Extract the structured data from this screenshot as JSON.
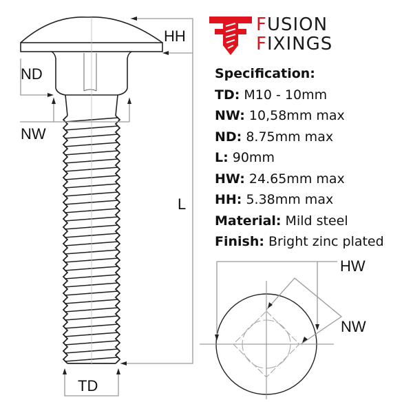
{
  "brand": {
    "line1": "FUSION",
    "line2": "FIXINGS",
    "accent_color": "#e0141e",
    "text_color": "#1a1a1a"
  },
  "spec": {
    "title": "Specification:",
    "rows": [
      {
        "key": "TD:",
        "value": " M10 - 10mm"
      },
      {
        "key": "NW:",
        "value": " 10,58mm max"
      },
      {
        "key": "ND:",
        "value": " 8.75mm max"
      },
      {
        "key": "L:",
        "value": " 90mm"
      },
      {
        "key": "HW:",
        "value": " 24.65mm max"
      },
      {
        "key": "HH:",
        "value": " 5.38mm max"
      },
      {
        "key": "Material:",
        "value": " Mild steel"
      },
      {
        "key": "Finish:",
        "value": " Bright zinc plated"
      }
    ]
  },
  "dimension_labels": {
    "hh": "HH",
    "nd": "ND",
    "nw": "NW",
    "l": "L",
    "td": "TD",
    "hw_top": "HW",
    "nw_top": "NW"
  }
}
